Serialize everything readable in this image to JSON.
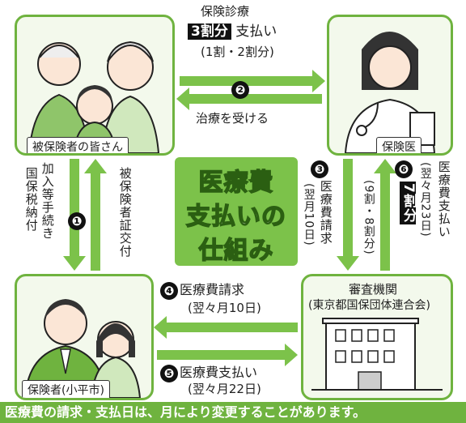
{
  "nodes": {
    "insured": "被保険者の皆さん",
    "doctor": "保険医",
    "insurer": "保険者(小平市)",
    "review": "審査機関",
    "review_sub": "(東京都国保団体連合会)"
  },
  "center": {
    "line1": "医療費",
    "line2": "支払いの",
    "line3": "仕組み"
  },
  "steps": {
    "s1": {
      "num": "❶",
      "label_a": "加入等手続き",
      "label_b": "国保税納付",
      "label_c": "被保険者証交付"
    },
    "s2": {
      "num": "❷",
      "top_line1": "保険診療",
      "top_ratio": "3割分",
      "top_pay": "支払い",
      "top_line3": "(1割・2割分)",
      "bottom": "治療を受ける"
    },
    "s3": {
      "num": "❸",
      "label": "医療費請求",
      "sub": "(翌月10日)"
    },
    "s4": {
      "num": "❹",
      "label": "医療費請求",
      "sub": "(翌々月10日)"
    },
    "s5": {
      "num": "❺",
      "label": "医療費支払い",
      "sub": "(翌々月22日)"
    },
    "s6": {
      "num": "❻",
      "label": "医療費支払い",
      "sub": "(翌々月23日)",
      "ratio": "7割分",
      "ratio_sub": "(9割・8割分)"
    }
  },
  "footer": "医療費の請求・支払日は、月により変更することがあります。",
  "colors": {
    "green": "#6fb33f",
    "light_green": "#f3f9ec",
    "center_green": "#7cc24a"
  }
}
